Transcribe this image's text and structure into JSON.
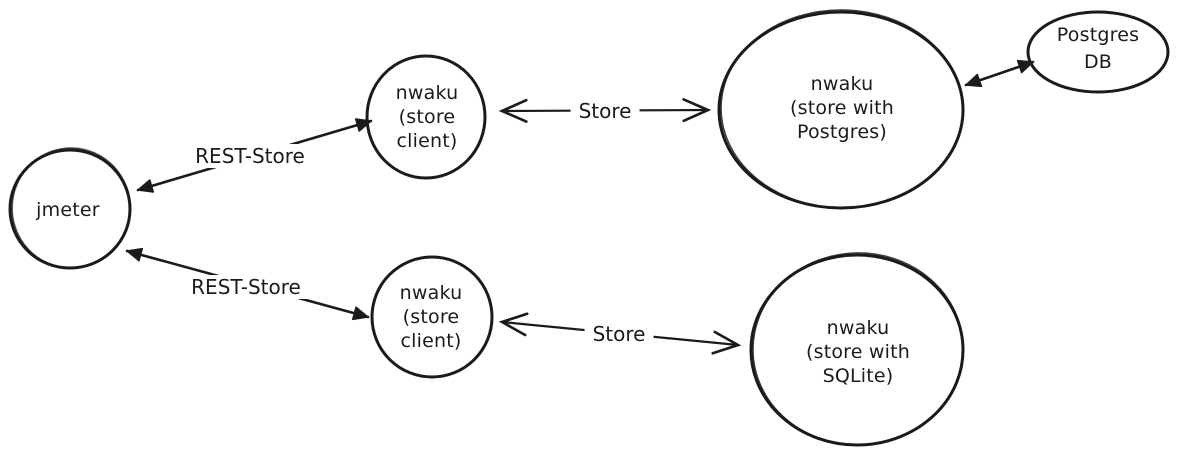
{
  "diagram": {
    "background_color": "#ffffff",
    "stroke_color": "#1b1b1b",
    "style": "hand-drawn sketch",
    "nodes": [
      {
        "id": "jmeter",
        "shape": "ellipse",
        "label": "jmeter"
      },
      {
        "id": "store-client-top",
        "shape": "ellipse",
        "label": "nwaku\n(store\nclient)"
      },
      {
        "id": "store-client-bottom",
        "shape": "ellipse",
        "label": "nwaku\n(store\nclient)"
      },
      {
        "id": "store-postgres",
        "shape": "ellipse",
        "label": "nwaku\n(store with\nPostgres)"
      },
      {
        "id": "store-sqlite",
        "shape": "ellipse",
        "label": "nwaku\n(store with\nSQLite)"
      },
      {
        "id": "postgres-db",
        "shape": "ellipse",
        "label": "Postgres\nDB"
      }
    ],
    "edges": [
      {
        "id": "rest-store-top",
        "from": "jmeter",
        "to": "store-client-top",
        "label": "REST-Store",
        "arrowheads": "filled-both-ends"
      },
      {
        "id": "rest-store-bottom",
        "from": "jmeter",
        "to": "store-client-bottom",
        "label": "REST-Store",
        "arrowheads": "filled-both-ends"
      },
      {
        "id": "store-top",
        "from": "store-client-top",
        "to": "store-postgres",
        "label": "Store",
        "arrowheads": "open-both-ends"
      },
      {
        "id": "store-bottom",
        "from": "store-client-bottom",
        "to": "store-sqlite",
        "label": "Store",
        "arrowheads": "open-both-ends"
      },
      {
        "id": "postgres-db-link",
        "from": "store-postgres",
        "to": "postgres-db",
        "label": "",
        "arrowheads": "filled-both-ends"
      }
    ]
  }
}
